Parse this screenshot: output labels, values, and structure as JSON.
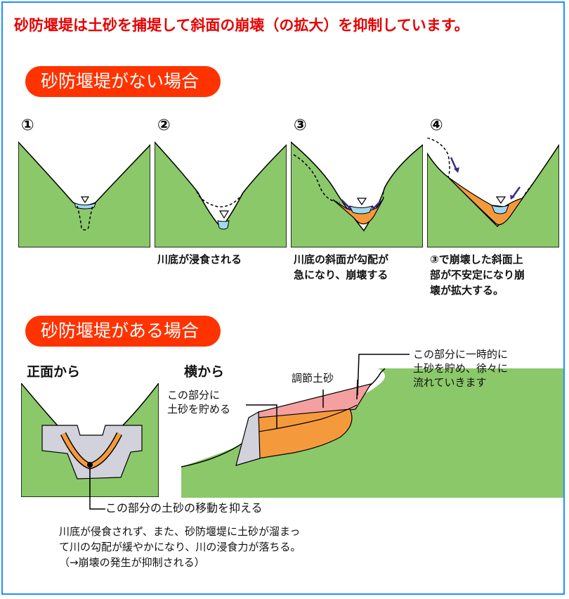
{
  "title": "砂防堰堤は土砂を捕堤して斜面の崩壊（の拡大）を抑制しています。",
  "section_without": {
    "label": "砂防堰堤がない場合",
    "steps": [
      {
        "num": "①",
        "caption": ""
      },
      {
        "num": "②",
        "caption": "川底が浸食される"
      },
      {
        "num": "③",
        "caption_lines": [
          "川底の斜面が勾配が",
          "急になり、崩壊する"
        ]
      },
      {
        "num": "④",
        "caption_lines": [
          "③で崩壊した斜面上",
          "部が不安定になり崩",
          "壊が拡大する。"
        ]
      }
    ]
  },
  "section_with": {
    "label": "砂防堰堤がある場合",
    "front": {
      "heading": "正面から",
      "callout": "この部分の土砂の移動を抑える"
    },
    "side": {
      "heading": "横から",
      "callout_store_lines": [
        "この部分に",
        "土砂を貯める"
      ],
      "callout_adjust": "調節土砂",
      "callout_temp_lines": [
        "この部分に一時的に",
        "土砂を貯め、徐々に",
        "流れていきます"
      ]
    },
    "summary_lines": [
      "川底が侵食されず、また、砂防堰堤に土砂が溜まっ",
      "て川の勾配が緩やかになり、川の浸食力が落ちる。",
      "（→崩壊の発生が抑制される）"
    ]
  },
  "colors": {
    "frame": "#1e90ff",
    "title": "#e60000",
    "pill": "#ff3300",
    "ground": "#8bc86a",
    "sediment": "#f59a3c",
    "adjust_sediment": "#f4a0a0",
    "water": "#9fd9f0",
    "dam": "#d2d2dc",
    "arrow": "#3a2a8c"
  }
}
